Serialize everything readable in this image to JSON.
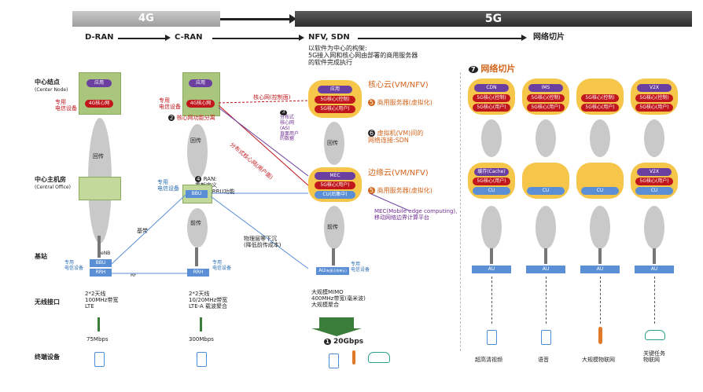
{
  "header": {
    "band_4g": "4G",
    "band_5g": "5G",
    "col_dran": "D-RAN",
    "col_cran": "C-RAN",
    "col_nfv": "NFV, SDN",
    "col_slice": "网络切片",
    "nfv_desc": [
      "以软件为中心的构架:",
      "5G接入网和核心网由部署的商用服务器",
      "的软件完成执行"
    ]
  },
  "rows": {
    "center_node": "中心结点",
    "center_node_en": "(Center Node)",
    "central_office": "中心主机房",
    "central_office_en": "(Central Office)",
    "base_station": "基站",
    "air_interface": "无线接口",
    "terminal": "终端设备"
  },
  "dran": {
    "app": "应用",
    "core": "4G核心网",
    "dedicated1": "专用",
    "dedicated2": "电信设备",
    "backhaul": "回传",
    "bbu": "BBU",
    "rrh": "RRH",
    "enb": "eNB",
    "rf": "RF",
    "air": [
      "2*2天线",
      "100MHz带宽",
      "LTE"
    ],
    "speed": "75Mbps"
  },
  "cran": {
    "app": "应用",
    "core": "4G核心网",
    "split_num": "2",
    "split_label": "核心网功能分离",
    "backhaul": "回传",
    "bbu": "BBU",
    "ran_num": "4",
    "ran_label": [
      "RAN:",
      "重新定义",
      "BBU和RRU功能"
    ],
    "fronthaul": "前传",
    "rrh": "RRH",
    "fiber": "基带",
    "air": [
      "2*2天线",
      "10/20MHz带宽",
      "LTE-A 载波聚合"
    ],
    "speed": "300Mbps",
    "control_plane": "核心网(控制面)",
    "user_plane": "分布式核心网(用户面)",
    "mec_note_num": "3",
    "mec_note": [
      "分布式",
      "核心网",
      "(AS)",
      "直面用户",
      "的数据"
    ],
    "physical_layer": [
      "物理层等下沉",
      "(降低前传成本)"
    ]
  },
  "nfv": {
    "app": "应用",
    "core_ctrl": "5G核心(控制)",
    "core_user": "5G核心(用户)",
    "core_cloud": "核心云(VM/NFV)",
    "server_num": "5",
    "server": "商用服务器(虚拟化)",
    "vm_num": "6",
    "vm_link": [
      "虚拟机(VM)间的",
      "网络连接:SDN"
    ],
    "backhaul": "回传",
    "mec": "MEC",
    "edge_user": "5G核心(用户)",
    "cu": "CU(后集中)",
    "edge_cloud": "边缘云(VM/NFV)",
    "server2_num": "5",
    "server2": "商用服务器(虚拟化)",
    "mec_desc": [
      "MEC(Mobile edge computing),",
      "移动网络边界计算平台"
    ],
    "fronthaul": "前传",
    "au": "AU",
    "au_sub": "(有源天线单元)",
    "dedicated": "专用",
    "dedicated2": "电信设备",
    "air": [
      "大规模MIMO",
      "400MHz带宽(毫米波)",
      "大规模聚合"
    ],
    "speed_num": "1",
    "speed": "20Gbps"
  },
  "slices": {
    "badge_num": "7",
    "title": "网络切片",
    "columns": [
      {
        "top": "CDN",
        "ctrl": "5G核心(控制)",
        "user": "5G核心(用户)",
        "edge_top": "缓存(Cache)",
        "edge_user": "5G核心(用户)",
        "cu": "CU",
        "au": "AU",
        "label": "超高清视频"
      },
      {
        "top": "IMS",
        "ctrl": "5G核心(控制)",
        "user": "5G核心(用户)",
        "edge_top": "",
        "edge_user": "",
        "cu": "CU",
        "au": "AU",
        "label": "语音"
      },
      {
        "top": "",
        "ctrl": "5G核心(控制)",
        "user": "5G核心(用户)",
        "edge_top": "",
        "edge_user": "",
        "cu": "CU",
        "au": "AU",
        "label": "大规模物联网"
      },
      {
        "top": "V2X",
        "ctrl": "5G核心(控制)",
        "user": "5G核心(用户)",
        "edge_top": "V2X",
        "edge_user": "5G核心(用户)",
        "cu": "CU",
        "au": "AU",
        "label": "关键任务\n物联网"
      }
    ]
  },
  "colors": {
    "green": "#aac67c",
    "purple": "#6b3fa0",
    "red": "#c0161c",
    "orange": "#d2641a",
    "blue": "#5a8fd6",
    "cloud": "#f6c64a"
  }
}
